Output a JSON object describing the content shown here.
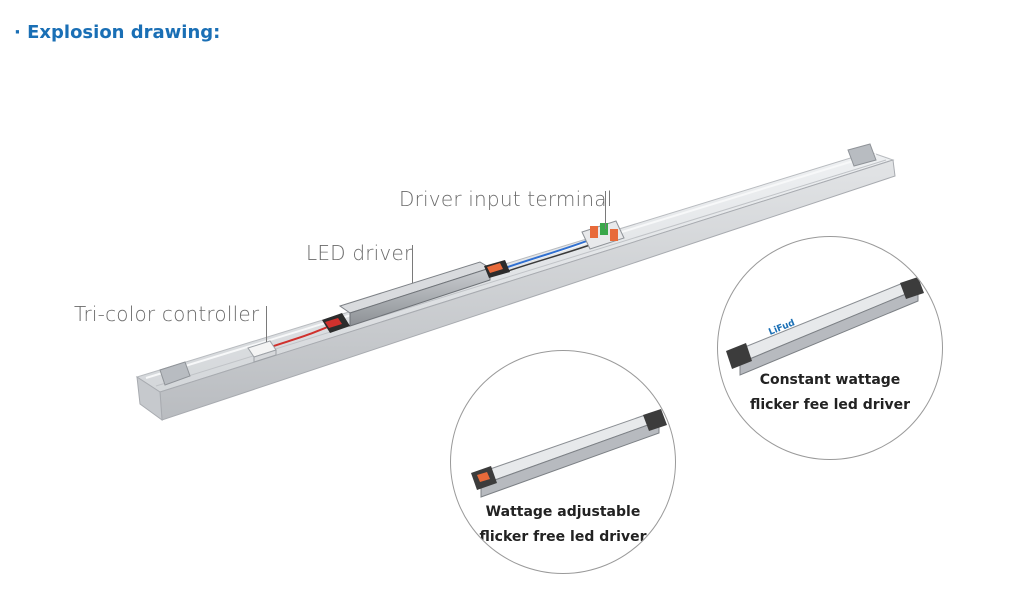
{
  "header": {
    "title": "· Explosion drawing:"
  },
  "callouts": {
    "driver_input_terminal": "Driver input terminal",
    "led_driver": "LED driver",
    "tri_color_controller": "Tri-color  controller"
  },
  "insets": {
    "constant_wattage": {
      "line1": "Constant wattage",
      "line2": "flicker fee led driver"
    },
    "wattage_adjustable": {
      "line1": "Wattage adjustable",
      "line2": "flicker free led driver"
    }
  },
  "colors": {
    "title": "#1a6fb5",
    "callout_text": "#6a6a6a",
    "profile": "#d8dadc",
    "wire_red": "#d0312d",
    "wire_blue": "#2f6fd0",
    "terminal_orange": "#e86a3a",
    "terminal_green": "#3aa84a"
  }
}
